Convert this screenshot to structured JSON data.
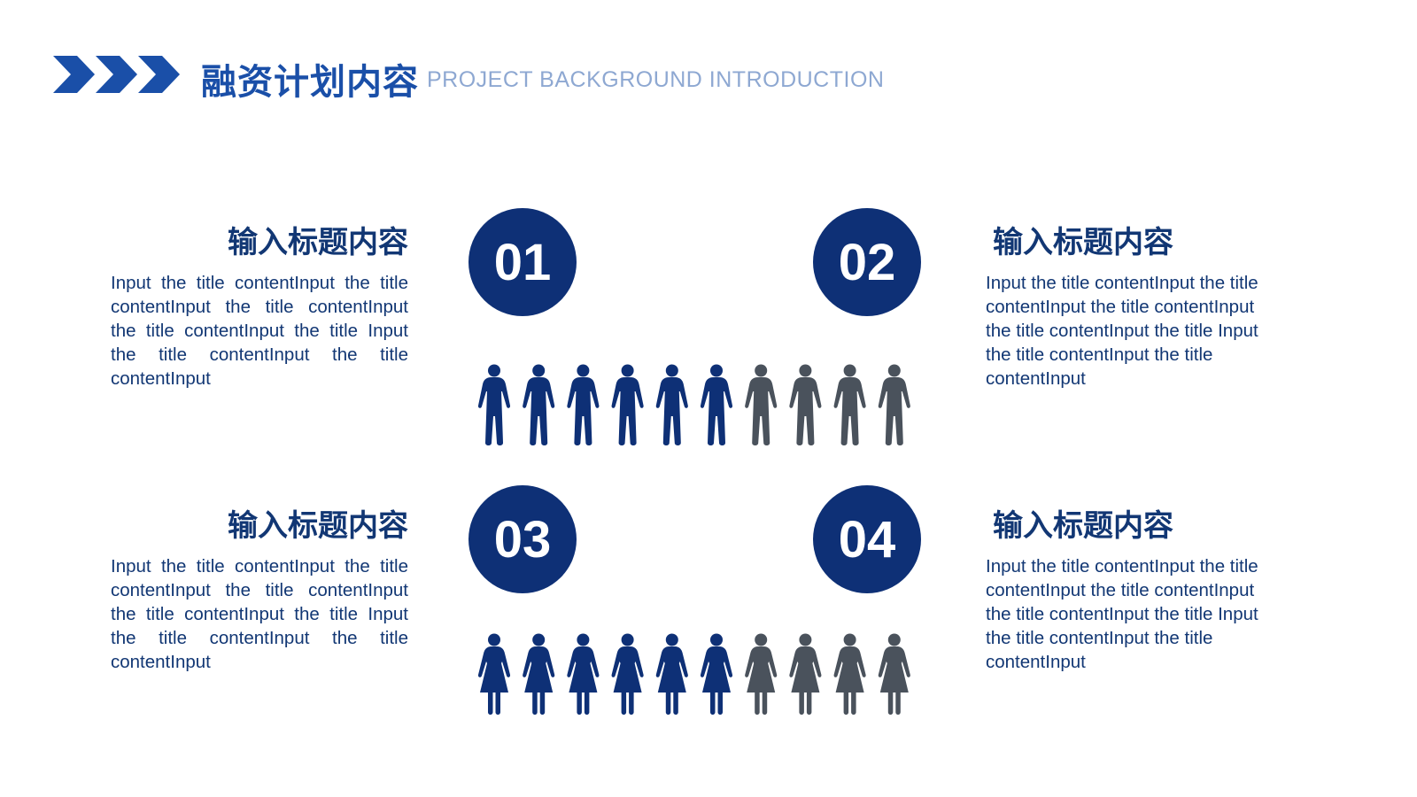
{
  "header": {
    "title": "融资计划内容",
    "subtitle": "PROJECT BACKGROUND INTRODUCTION",
    "icon": "triple-chevron-right-icon"
  },
  "colors": {
    "accent": "#1a4fa8",
    "navy": "#0e3076",
    "people_highlight": "#0e3076",
    "people_muted": "#4a525c",
    "subtitle": "#8ea8d2"
  },
  "items": [
    {
      "number": "01",
      "heading": "输入标题内容",
      "body": "Input the title contentInput the title contentInput the title contentInput the title contentInput the title Input the title contentInput the title contentInput"
    },
    {
      "number": "02",
      "heading": "输入标题内容",
      "body": "Input the title contentInput the title contentInput the title contentInput the title contentInput the title Input the title contentInput the title contentInput"
    },
    {
      "number": "03",
      "heading": "输入标题内容",
      "body": "Input the title contentInput the title contentInput the title contentInput the title contentInput the title Input the title contentInput the title contentInput"
    },
    {
      "number": "04",
      "heading": "输入标题内容",
      "body": "Input the title contentInput the title contentInput the title contentInput the title contentInput the title Input the title contentInput the title contentInput"
    }
  ],
  "rows": [
    {
      "icon": "male-person-icon",
      "total": 10,
      "highlighted": 6
    },
    {
      "icon": "female-person-icon",
      "total": 10,
      "highlighted": 6
    }
  ]
}
